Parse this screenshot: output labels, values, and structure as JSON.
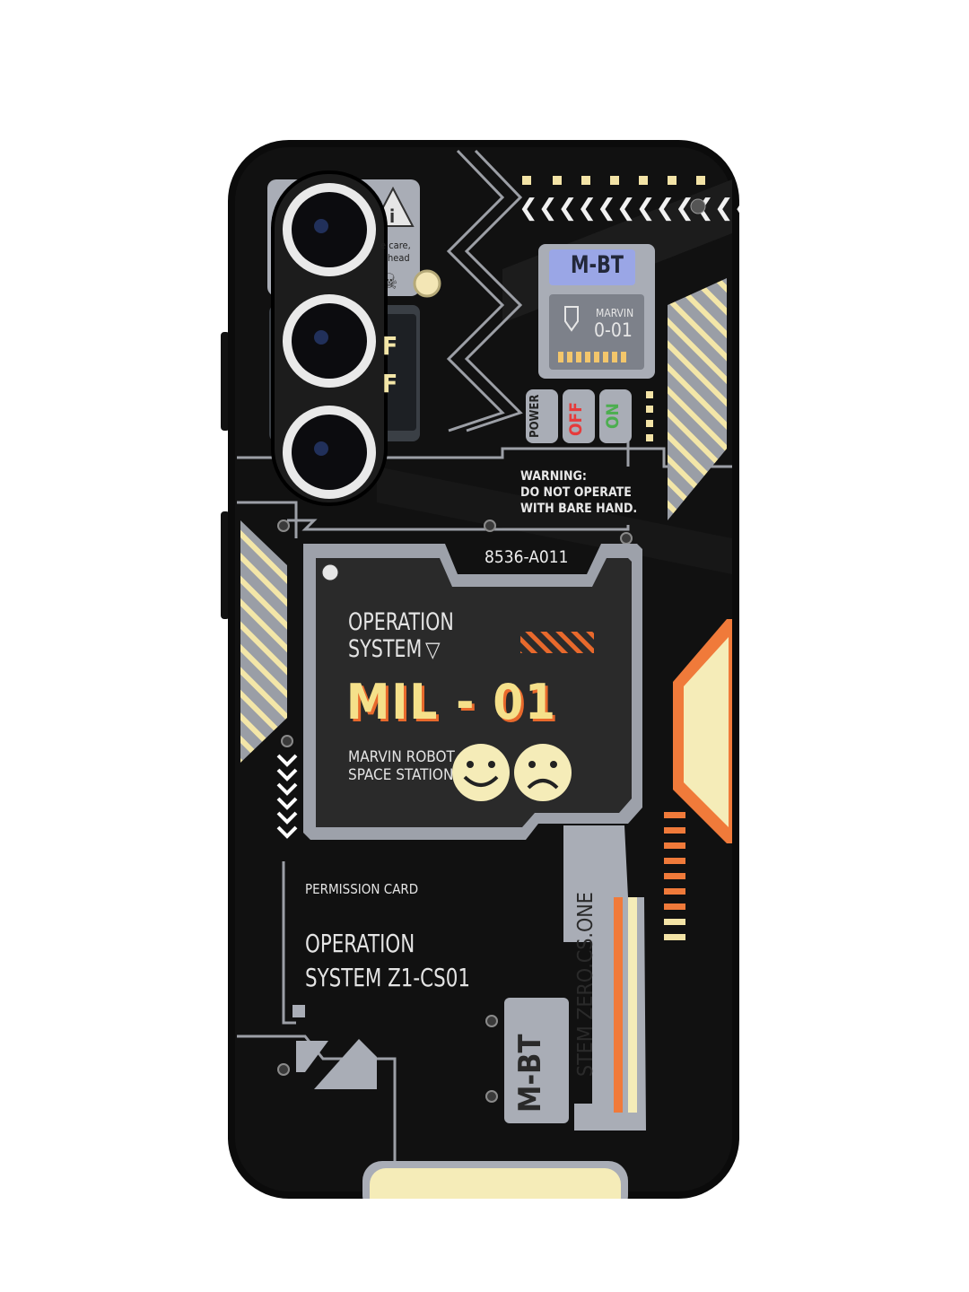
{
  "colors": {
    "case": "#0b0b0b",
    "panel": "#2b2b2b",
    "steel": "#a9adb6",
    "cream": "#f5ecb8",
    "orange": "#f07a3a",
    "text": "#e6e6e6"
  },
  "icons": [
    "camera-lens-icon",
    "flash-icon",
    "warning-triangle-icon",
    "skull-icon",
    "smiley-face-icon",
    "sad-face-icon",
    "chevron-left-icon",
    "chevron-down-icon",
    "screw-icon"
  ],
  "warning_sticker": {
    "text_line1": "e care,",
    "text_line2": "head"
  },
  "switch_panel": {
    "line1": "F",
    "line2": "F"
  },
  "memory_card": {
    "brand": "M-BT",
    "model_name": "MARVIN",
    "model_id": "0-01"
  },
  "buttons": {
    "power": "POWER",
    "off": "OFF",
    "on": "ON"
  },
  "warning": {
    "line1": "WARNING:",
    "line2": "DO NOT OPERATE",
    "line3": "WITH BARE HAND."
  },
  "screen": {
    "code": "8536-A011",
    "title_line1": "OPERATION",
    "title_line2": "SYSTEM",
    "model": "MIL - 01",
    "subtitle_line1": "MARVIN ROBOT",
    "subtitle_line2": "SPACE STATION"
  },
  "permission": {
    "label": "PERMISSION CARD",
    "title_line1": "OPERATION",
    "title_line2": "SYSTEM Z1-CS01"
  },
  "vertical_tags": {
    "brand": "M-BT",
    "system": "STEM ZERO.CS.ONE"
  }
}
